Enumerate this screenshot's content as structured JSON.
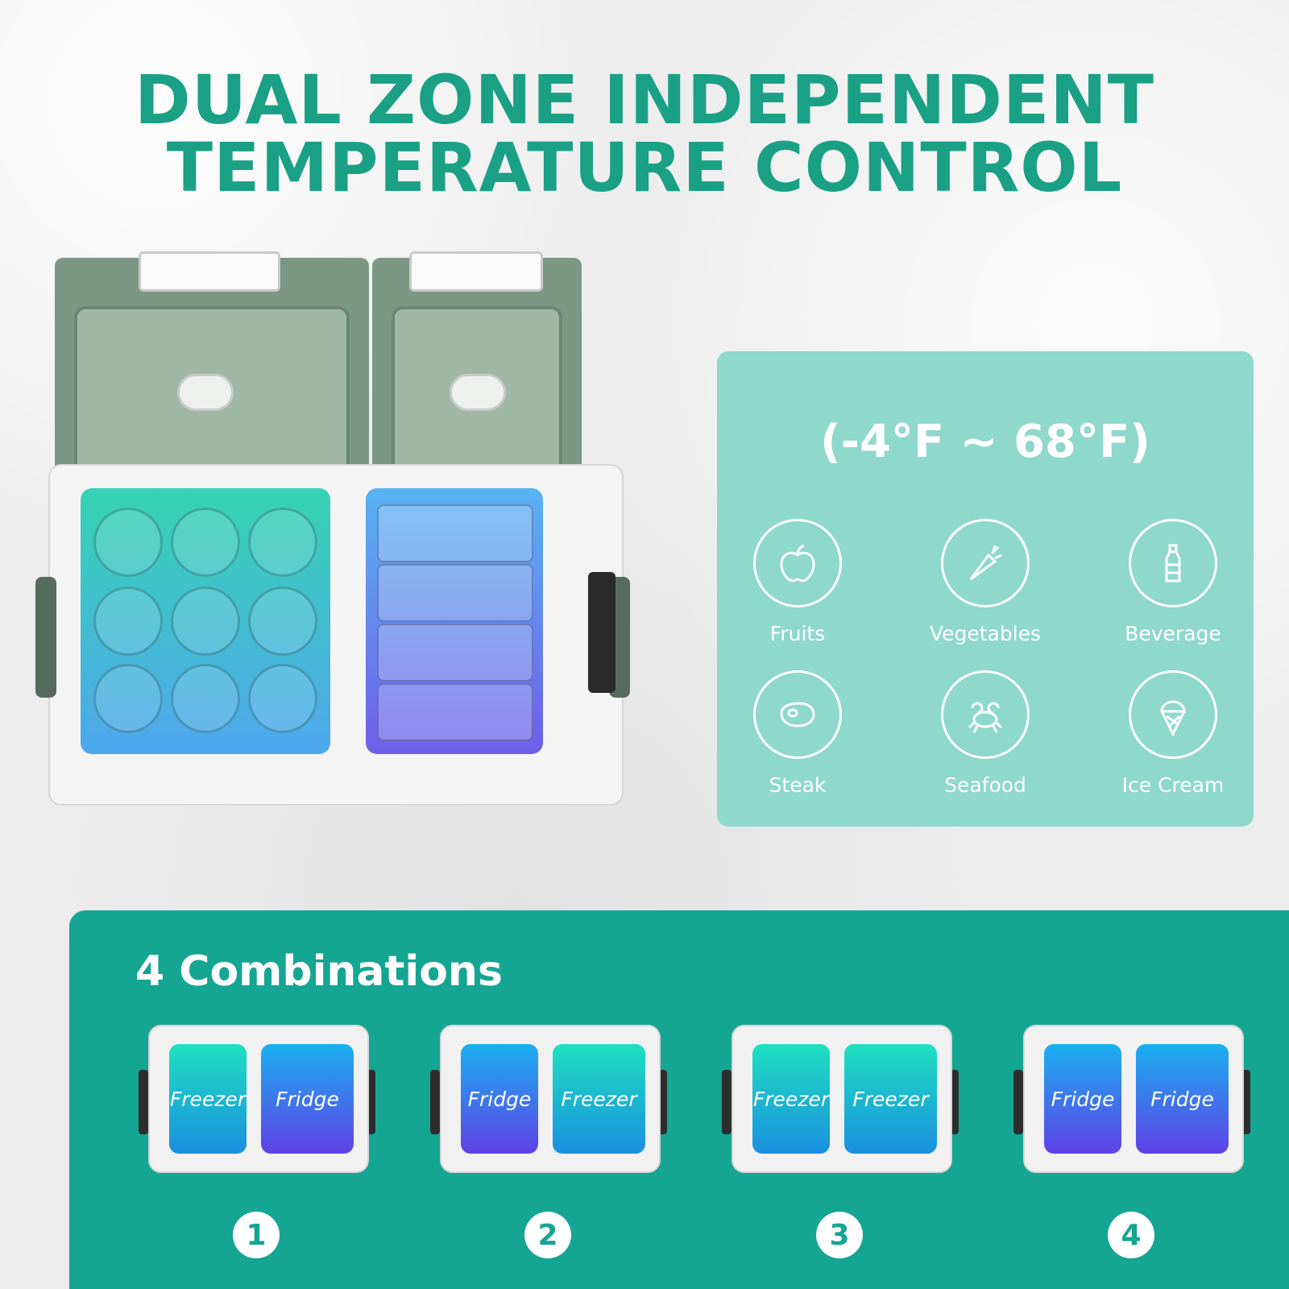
{
  "title": {
    "line1": "DUAL ZONE INDEPENDENT",
    "line2": "TEMPERATURE CONTROL"
  },
  "temperature": {
    "range": "(-4°F ~ 68°F)",
    "foods": [
      {
        "label": "Fruits",
        "icon": "apple-icon"
      },
      {
        "label": "Vegetables",
        "icon": "carrot-icon"
      },
      {
        "label": "Beverage",
        "icon": "bottle-icon"
      },
      {
        "label": "Steak",
        "icon": "steak-icon"
      },
      {
        "label": "Seafood",
        "icon": "crab-icon"
      },
      {
        "label": "Ice Cream",
        "icon": "ice-cream-icon"
      }
    ]
  },
  "combinations": {
    "title": "4 Combinations",
    "items": [
      {
        "number": "1",
        "left": "Freezer",
        "right": "Fridge"
      },
      {
        "number": "2",
        "left": "Fridge",
        "right": "Freezer"
      },
      {
        "number": "3",
        "left": "Freezer",
        "right": "Freezer"
      },
      {
        "number": "4",
        "left": "Fridge",
        "right": "Fridge"
      }
    ]
  },
  "colors": {
    "accent": "#1aa085",
    "band": "#15a593",
    "card": "#8fd8cc"
  }
}
